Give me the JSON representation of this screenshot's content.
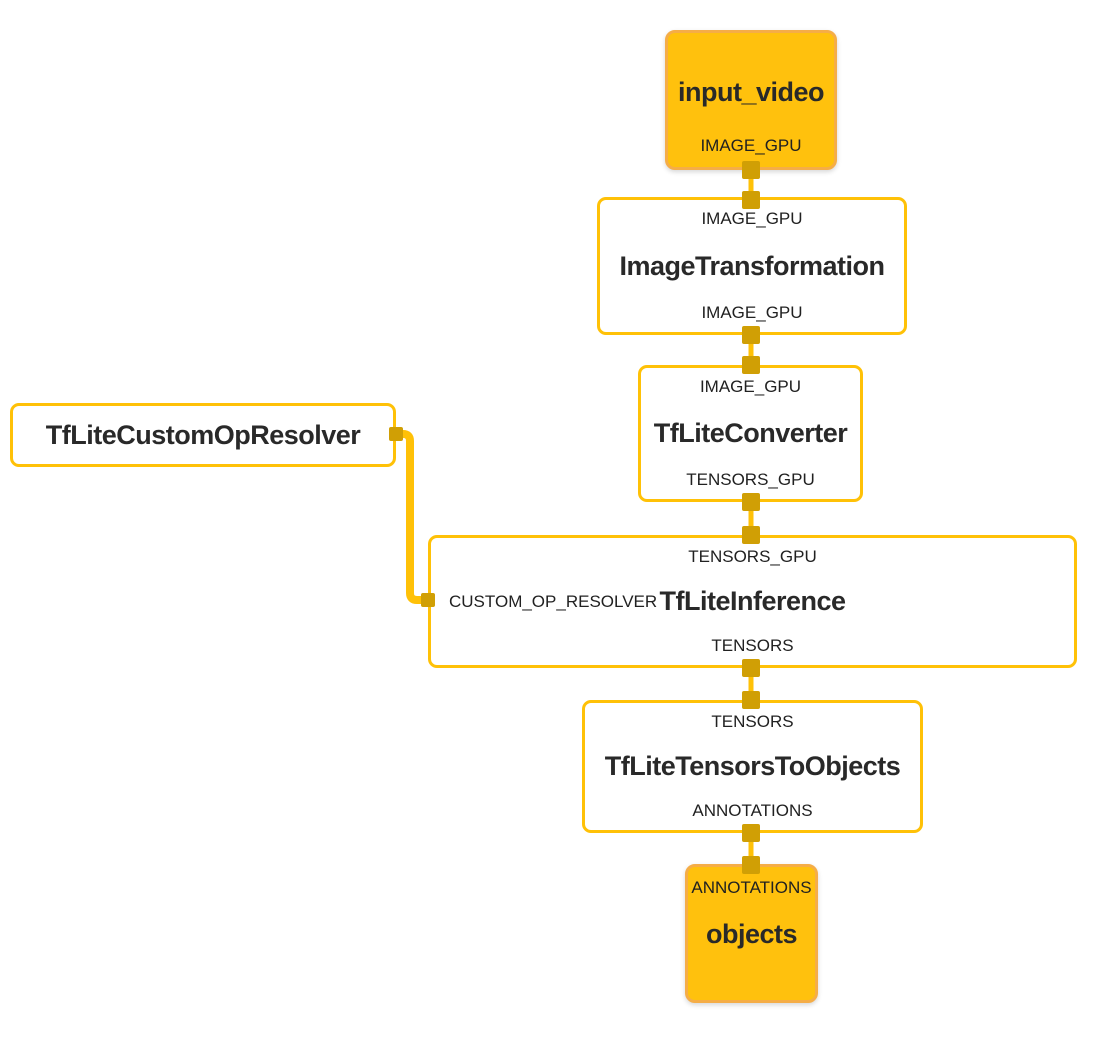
{
  "colors": {
    "edge_amber": "#FFC107",
    "port_square": "#D09F05",
    "filled_node_fill": "#FFC10D",
    "filled_node_border": "#F5AD47",
    "outlined_node_border": "#FFC107",
    "text_dark": "#292929"
  },
  "nodes": {
    "input_video": {
      "title": "input_video",
      "output_label": "IMAGE_GPU"
    },
    "image_transformation": {
      "input_label": "IMAGE_GPU",
      "title": "ImageTransformation",
      "output_label": "IMAGE_GPU"
    },
    "tflite_converter": {
      "input_label": "IMAGE_GPU",
      "title": "TfLiteConverter",
      "output_label": "TENSORS_GPU"
    },
    "tflite_custom_op_resolver": {
      "title": "TfLiteCustomOpResolver"
    },
    "tflite_inference": {
      "input_label": "TENSORS_GPU",
      "side_input_label": "CUSTOM_OP_RESOLVER",
      "title": "TfLiteInference",
      "output_label": "TENSORS"
    },
    "tflite_tensors_to_objects": {
      "input_label": "TENSORS",
      "title": "TfLiteTensorsToObjects",
      "output_label": "ANNOTATIONS"
    },
    "objects": {
      "input_label": "ANNOTATIONS",
      "title": "objects"
    }
  },
  "edges": [
    {
      "from": "input_video",
      "to": "ImageTransformation",
      "stream": "IMAGE_GPU"
    },
    {
      "from": "ImageTransformation",
      "to": "TfLiteConverter",
      "stream": "IMAGE_GPU"
    },
    {
      "from": "TfLiteConverter",
      "to": "TfLiteInference",
      "stream": "TENSORS_GPU"
    },
    {
      "from": "TfLiteCustomOpResolver",
      "to": "TfLiteInference",
      "stream": "CUSTOM_OP_RESOLVER"
    },
    {
      "from": "TfLiteInference",
      "to": "TfLiteTensorsToObjects",
      "stream": "TENSORS"
    },
    {
      "from": "TfLiteTensorsToObjects",
      "to": "objects",
      "stream": "ANNOTATIONS"
    }
  ]
}
